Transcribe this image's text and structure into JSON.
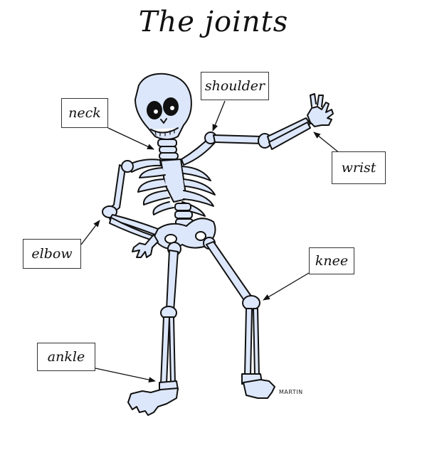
{
  "title": "The joints",
  "labels": {
    "neck": "neck",
    "shoulder": "shoulder",
    "wrist": "wrist",
    "elbow": "elbow",
    "knee": "knee",
    "ankle": "ankle"
  },
  "credit": "MARTIN",
  "colors": {
    "bone_fill": "#dde7fb",
    "bone_stroke": "#111111",
    "arrow": "#111111"
  }
}
